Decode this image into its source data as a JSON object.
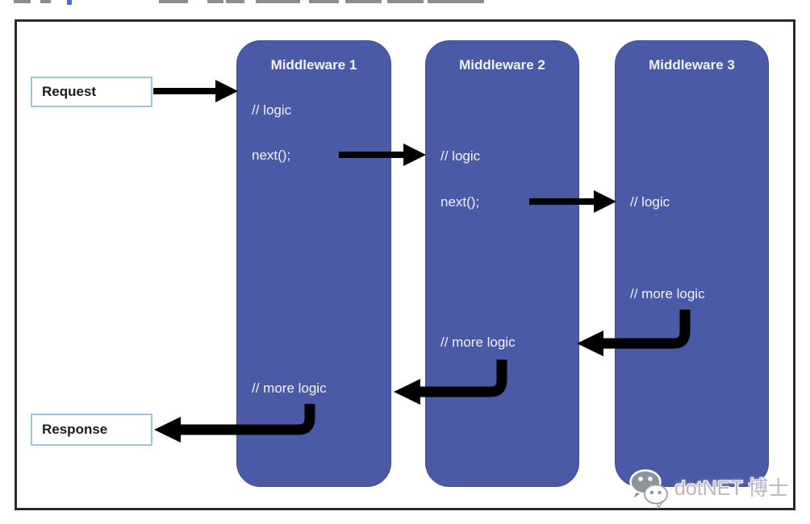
{
  "diagram": {
    "request_label": "Request",
    "response_label": "Response",
    "middlewares": [
      {
        "title": "Middleware 1",
        "logic": "// logic",
        "next": "next();",
        "more": "// more logic"
      },
      {
        "title": "Middleware 2",
        "logic": "// logic",
        "next": "next();",
        "more": "// more logic"
      },
      {
        "title": "Middleware 3",
        "logic": "// logic",
        "more": "// more logic"
      }
    ],
    "colors": {
      "box_fill": "#4a5aa6",
      "box_border": "#3e4c97",
      "box_text": "#f2f2f2",
      "frame_border": "#2b2b2b",
      "io_box_border": "#9dc3e6",
      "io_text": "#1c1c1c",
      "arrow": "#000000",
      "cropped_header_accent": "#4472c4"
    }
  },
  "watermark": {
    "text": "dotNET 博士",
    "icon": "wechat-icon",
    "color": "#b7babd"
  }
}
